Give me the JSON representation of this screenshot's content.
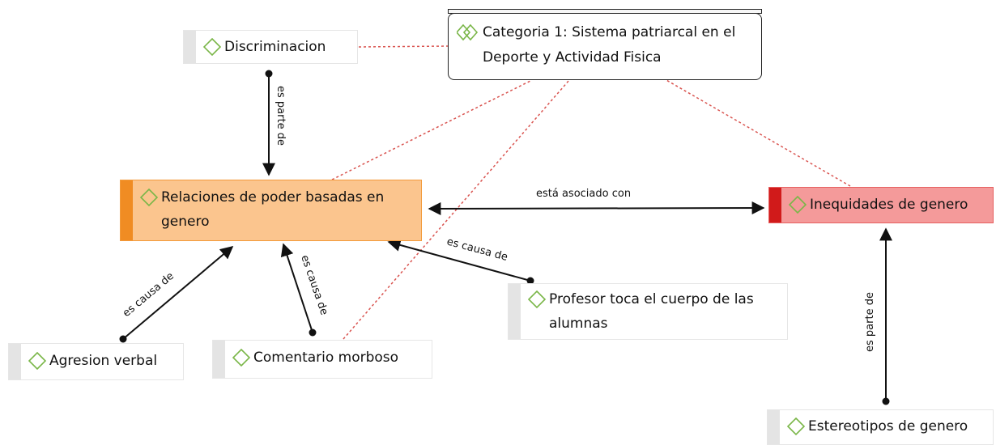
{
  "colors": {
    "node_icon": "#7ab648",
    "orange_fill": "#fbc58e",
    "orange_strip": "#f08c23",
    "red_fill": "#f49a9a",
    "red_strip": "#d11a1a",
    "link_dotted": "#d9534f",
    "link_solid": "#111111"
  },
  "nodes": {
    "category": "Categoria 1: Sistema patriarcal en el Deporte y Actividad Fisica",
    "discriminacion": "Discriminacion",
    "relaciones": "Relaciones de poder basadas en genero",
    "inequidades": "Inequidades de genero",
    "profesor": "Profesor toca el cuerpo de las alumnas",
    "agresion": "Agresion verbal",
    "comentario": "Comentario morboso",
    "estereotipos": "Estereotipos de genero"
  },
  "relations": {
    "disc_relaciones": "es parte de",
    "asociado": "está asociado con",
    "profesor_causa": "es causa de",
    "agresion_causa": "es causa de",
    "comentario_causa": "es causa de",
    "estereotipos_parte": "es parte de"
  }
}
